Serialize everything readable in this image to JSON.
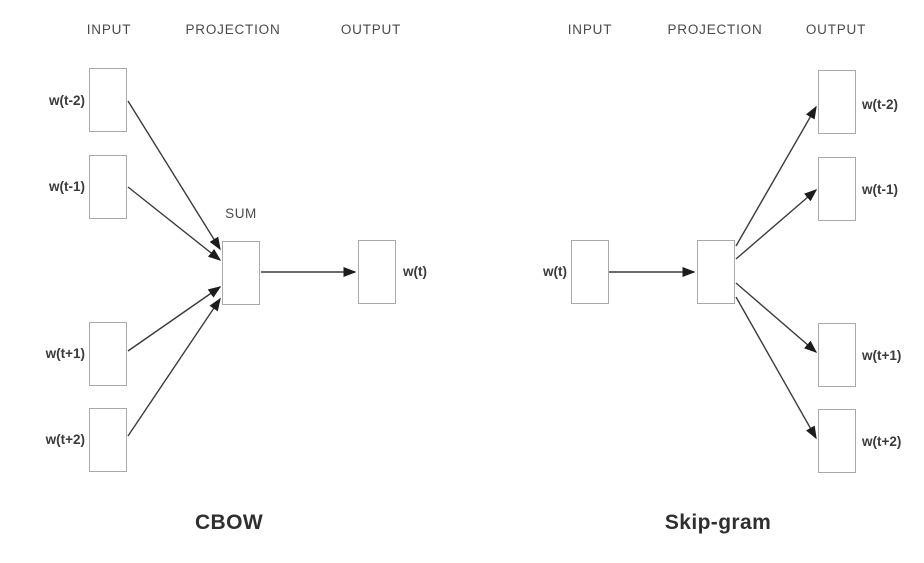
{
  "colors": {
    "background": "#ffffff",
    "box_border": "#a9a9a9",
    "arrow_line": "#3c3c3c",
    "arrow_head": "#1c1c1c",
    "header_text": "#4a4a4a",
    "label_text": "#3b3b3b",
    "caption_text": "#2f2f2f"
  },
  "cbow": {
    "headers": {
      "input": "INPUT",
      "projection": "PROJECTION",
      "output": "OUTPUT"
    },
    "input_labels": [
      "w(t-2)",
      "w(t-1)",
      "w(t+1)",
      "w(t+2)"
    ],
    "projection_label": "SUM",
    "output_label": "w(t)",
    "caption": "CBOW"
  },
  "skipgram": {
    "headers": {
      "input": "INPUT",
      "projection": "PROJECTION",
      "output": "OUTPUT"
    },
    "input_label": "w(t)",
    "output_labels": [
      "w(t-2)",
      "w(t-1)",
      "w(t+1)",
      "w(t+2)"
    ],
    "caption": "Skip-gram"
  }
}
